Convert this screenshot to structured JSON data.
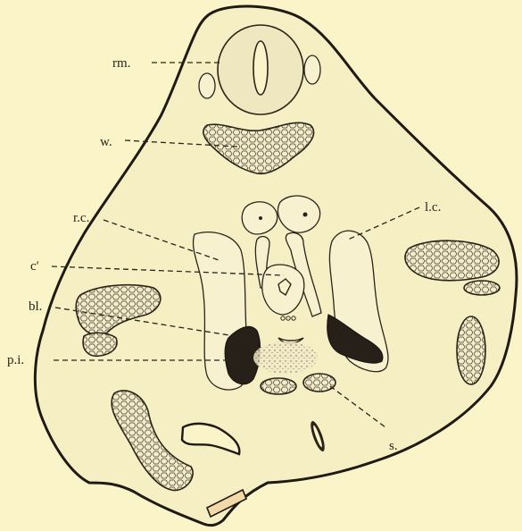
{
  "labels": {
    "rm": "rm.",
    "w": "w.",
    "rc": "r.c.",
    "lc": "l.c.",
    "c_prime": "c′",
    "bl": "bl.",
    "pi": "p.i.",
    "s": "s."
  },
  "colors": {
    "background": "#fbf4c9",
    "ink": "#2a2419",
    "dark_mass": "#262019"
  }
}
